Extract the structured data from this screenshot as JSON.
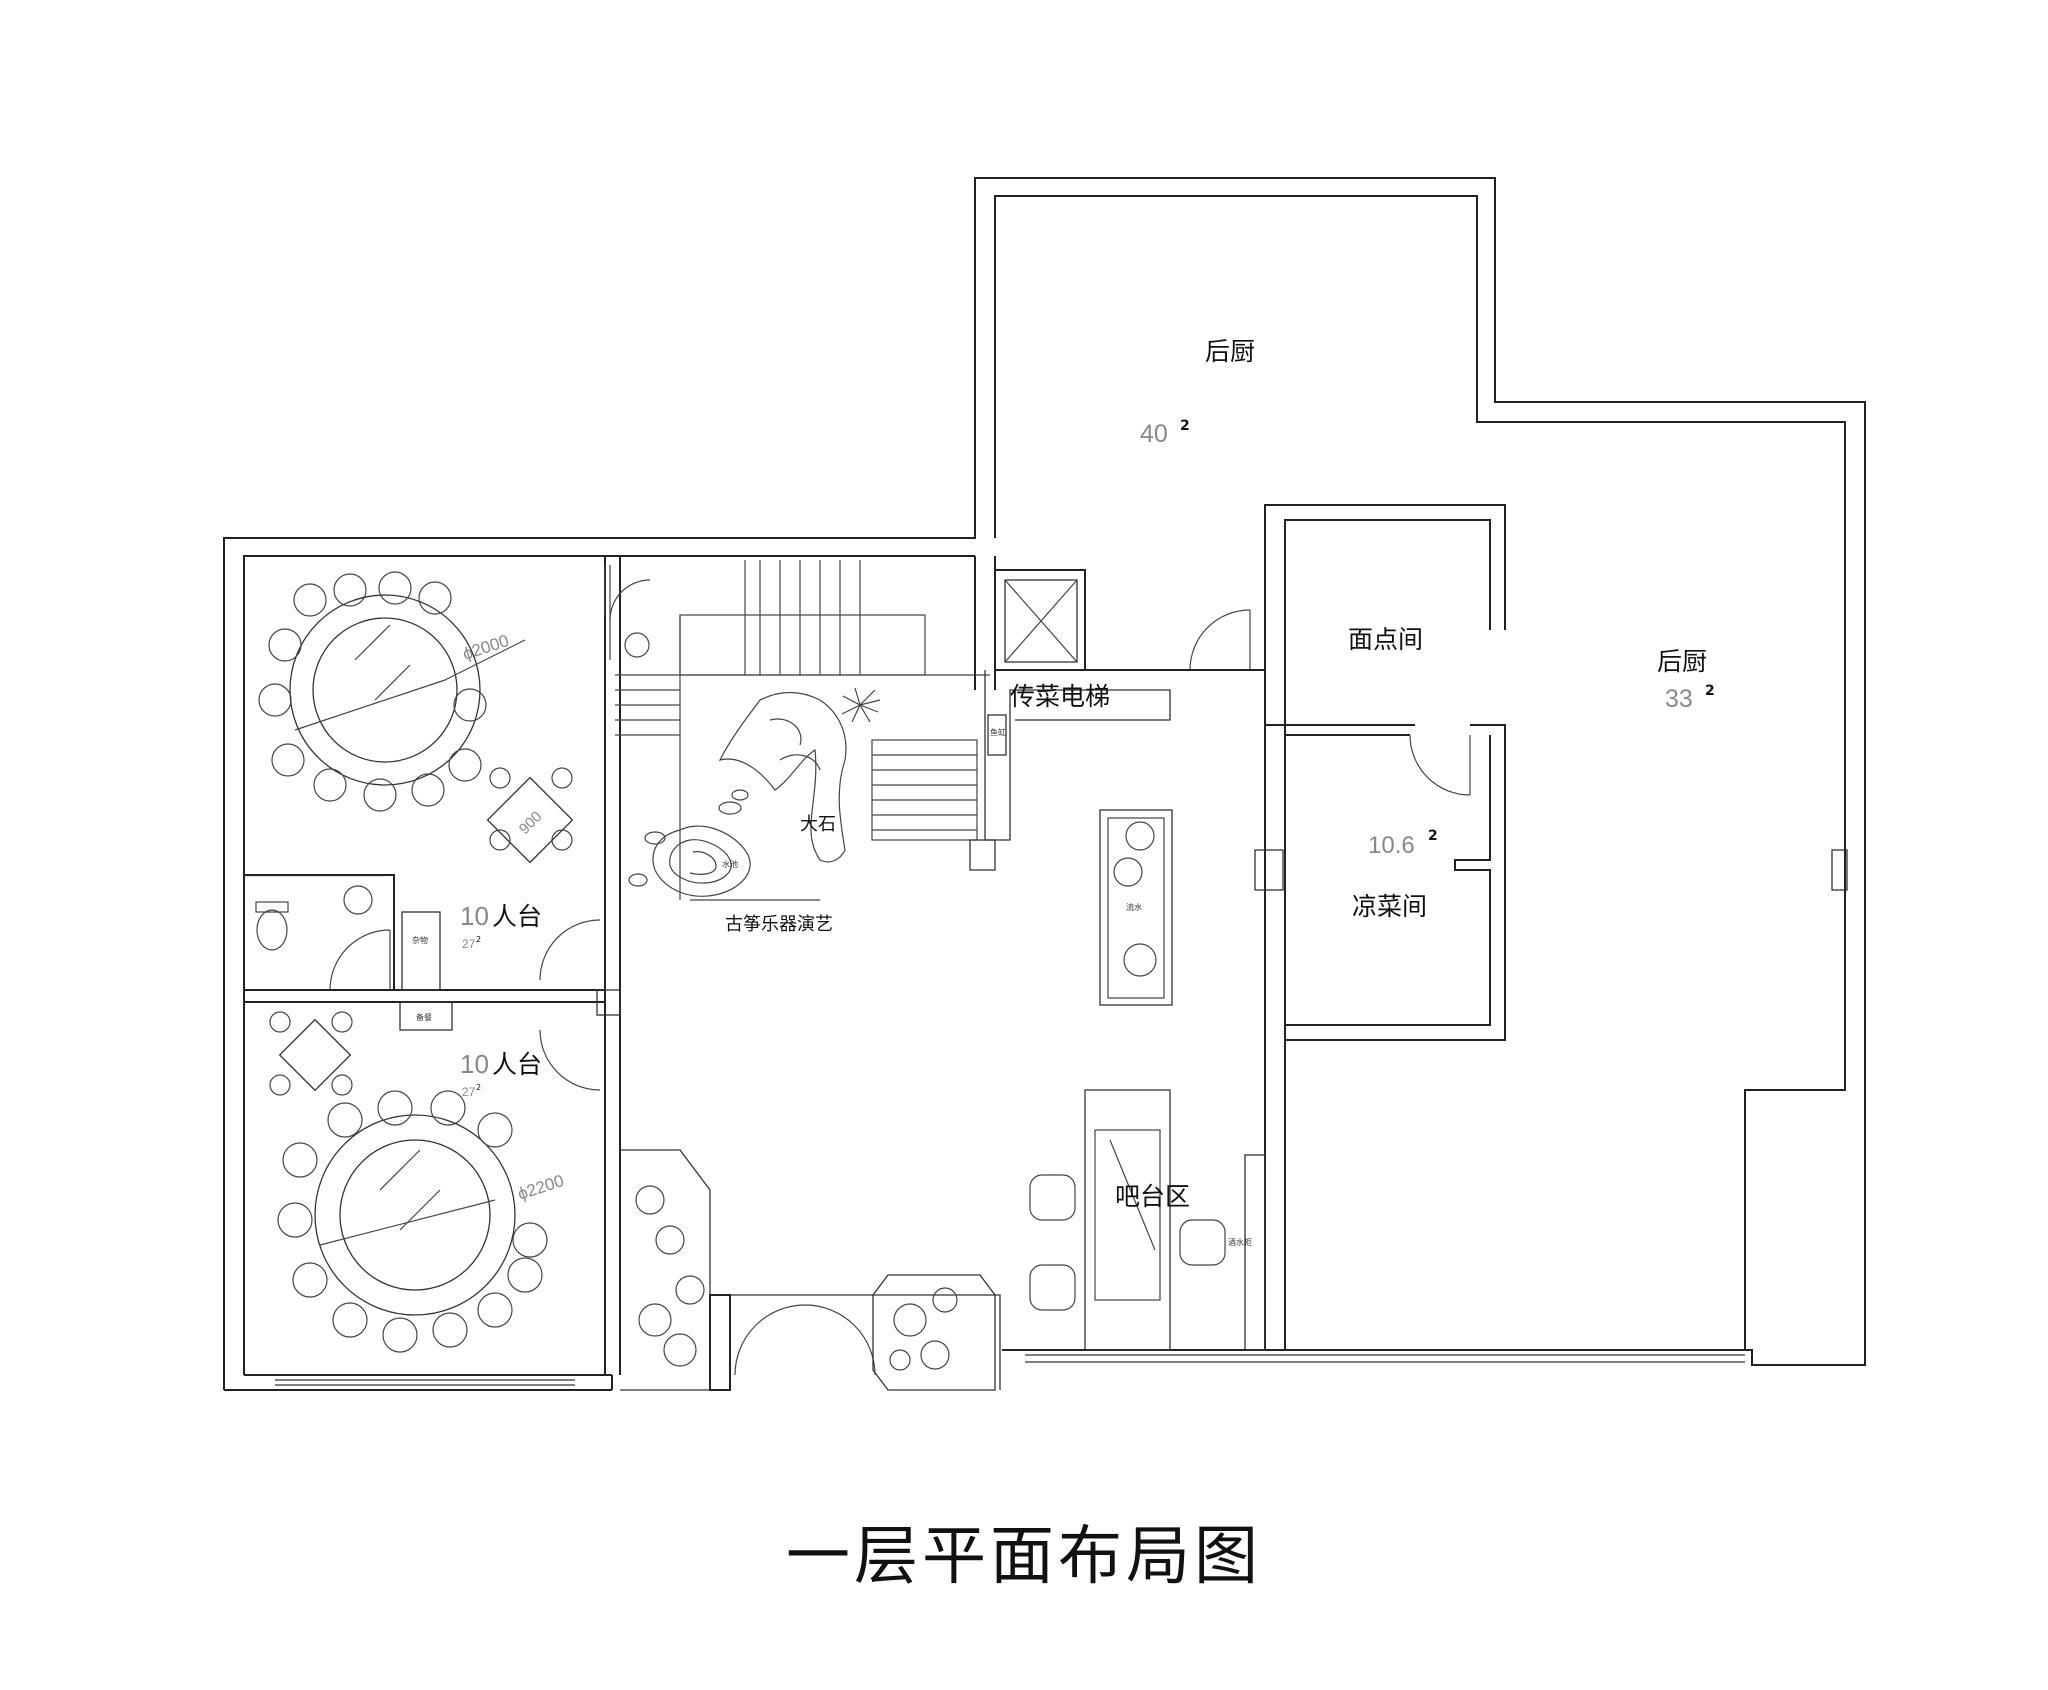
{
  "title": "一层平面布局图",
  "rooms": {
    "back_kitchen_top": {
      "name": "后厨",
      "area": "40",
      "unit_sup": "2"
    },
    "back_kitchen_right": {
      "name": "后厨",
      "area": "33",
      "unit_sup": "2"
    },
    "pastry_room": {
      "name": "面点间"
    },
    "cold_dish_room": {
      "name": "凉菜间",
      "area": "10.6",
      "unit_sup": "2"
    },
    "dining_upper": {
      "count": "10",
      "name": "人台",
      "area": "27",
      "unit_sup": "2"
    },
    "dining_lower": {
      "count": "10",
      "name": "人台",
      "area": "27",
      "unit_sup": "2"
    }
  },
  "labels": {
    "dumbwaiter": "传菜电梯",
    "big_stone": "大石",
    "guzheng": "古筝乐器演艺",
    "bar_area": "吧台区"
  },
  "dimensions": {
    "table_upper": "ϕ2000",
    "table_lower": "ϕ2200",
    "square_table": "900"
  },
  "small_labels": {
    "storage_upper": "杂物",
    "storage_lower": "备餐",
    "cabinet": "鱼缸",
    "water": "流水",
    "pond": "水池",
    "side": "酒水柜"
  }
}
